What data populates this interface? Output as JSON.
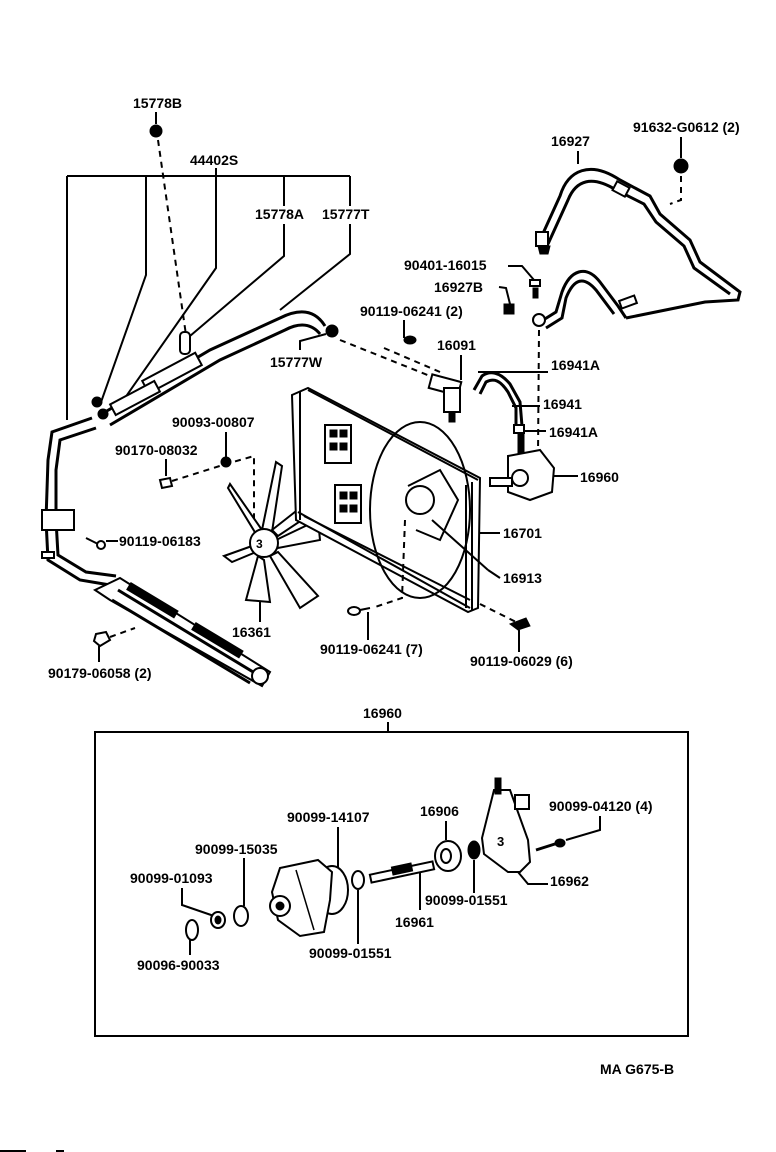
{
  "diagram": {
    "type": "exploded-parts-diagram",
    "subject": "Radiator fan, oil cooler and fan pump assembly",
    "drawing_code": "MA  G675-B",
    "upper_assembly": {
      "labels": {
        "p15778B": "15778B",
        "p44402S": "44402S",
        "p15778A": "15778A",
        "p15777T": "15777T",
        "p15777W": "15777W",
        "p16927": "16927",
        "p91632": "91632-G0612 (2)",
        "p90401": "90401-16015",
        "p16927B": "16927B",
        "p90119_06241_2": "90119-06241 (2)",
        "p16091": "16091",
        "p16941A_top": "16941A",
        "p16941": "16941",
        "p16941A_bottom": "16941A",
        "p16960": "16960",
        "p90093": "90093-00807",
        "p90170": "90170-08032",
        "p90119_06183": "90119-06183",
        "p16701": "16701",
        "p16913": "16913",
        "p16361": "16361",
        "p90119_06241_7": "90119-06241 (7)",
        "p90119_06029": "90119-06029 (6)",
        "p90179": "90179-06058 (2)"
      }
    },
    "pump_detail": {
      "title": "16960",
      "labels": {
        "p90099_14107": "90099-14107",
        "p90099_15035": "90099-15035",
        "p90099_01093": "90099-01093",
        "p90096_90033": "90096-90033",
        "p90099_01551_a": "90099-01551",
        "p16906": "16906",
        "p90099_01551_b": "90099-01551",
        "p16961": "16961",
        "p90099_04120": "90099-04120 (4)",
        "p16962": "16962"
      }
    }
  }
}
